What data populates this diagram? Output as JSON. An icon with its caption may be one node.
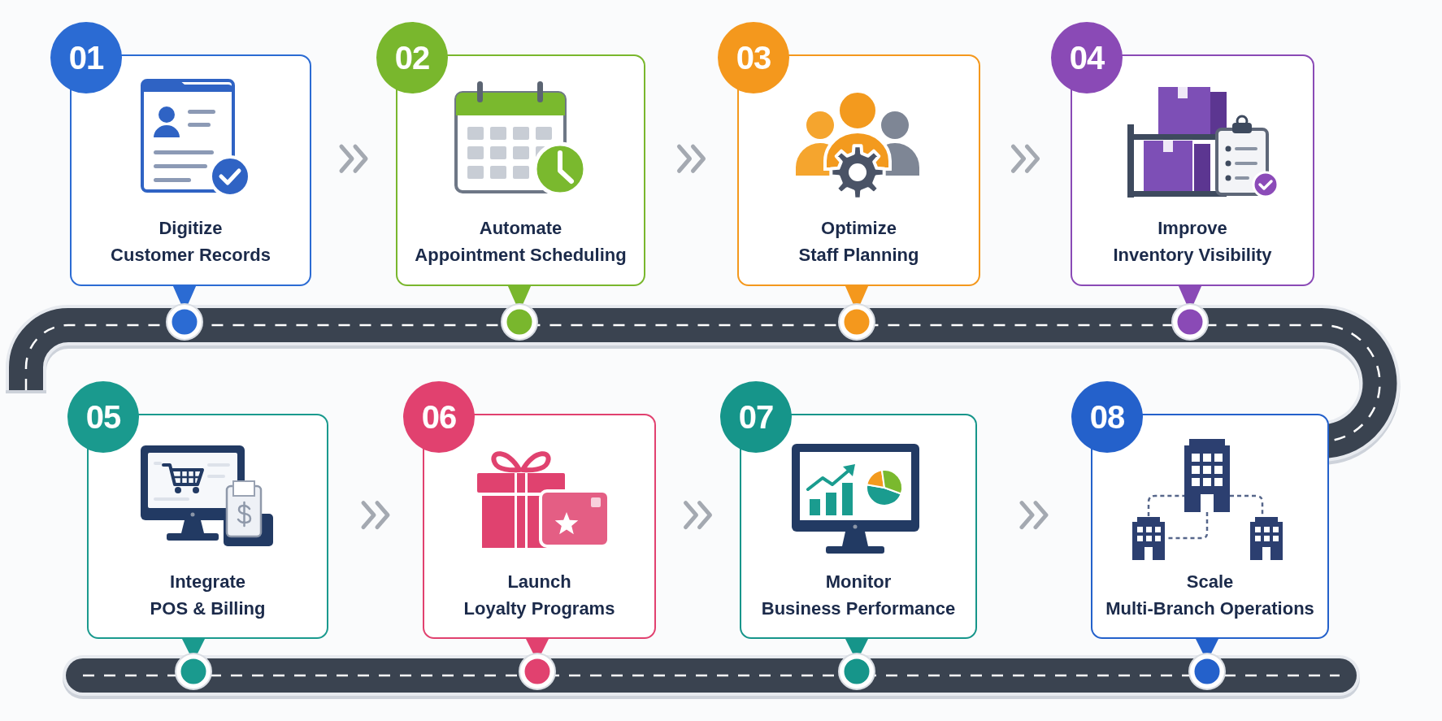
{
  "diagram": {
    "nodes": [
      {
        "text": [
          "01",
          "Digitize Customer Records"
        ]
      },
      {
        "text": [
          "02",
          "Automate Appointment Scheduling"
        ]
      },
      {
        "text": [
          "03",
          "Optimize Staff Planning"
        ]
      },
      {
        "text": [
          "04",
          "Improve Inventory Visibility"
        ]
      },
      {
        "text": [
          "05",
          "Integrate POS & Billing"
        ]
      },
      {
        "text": [
          "06",
          "Launch Loyalty Programs"
        ]
      },
      {
        "text": [
          "07",
          "Monitor Business Performance"
        ]
      },
      {
        "text": [
          "08",
          "Scale Multi-Branch Operations"
        ]
      }
    ],
    "edges": [
      {
        "from": 0,
        "to": 1,
        "arrow": "to"
      },
      {
        "from": 1,
        "to": 2,
        "arrow": "to"
      },
      {
        "from": 2,
        "to": 3,
        "arrow": "to"
      },
      {
        "from": 4,
        "to": 5,
        "arrow": "to"
      },
      {
        "from": 5,
        "to": 6,
        "arrow": "to"
      },
      {
        "from": 6,
        "to": 7,
        "arrow": "to"
      }
    ]
  }
}
